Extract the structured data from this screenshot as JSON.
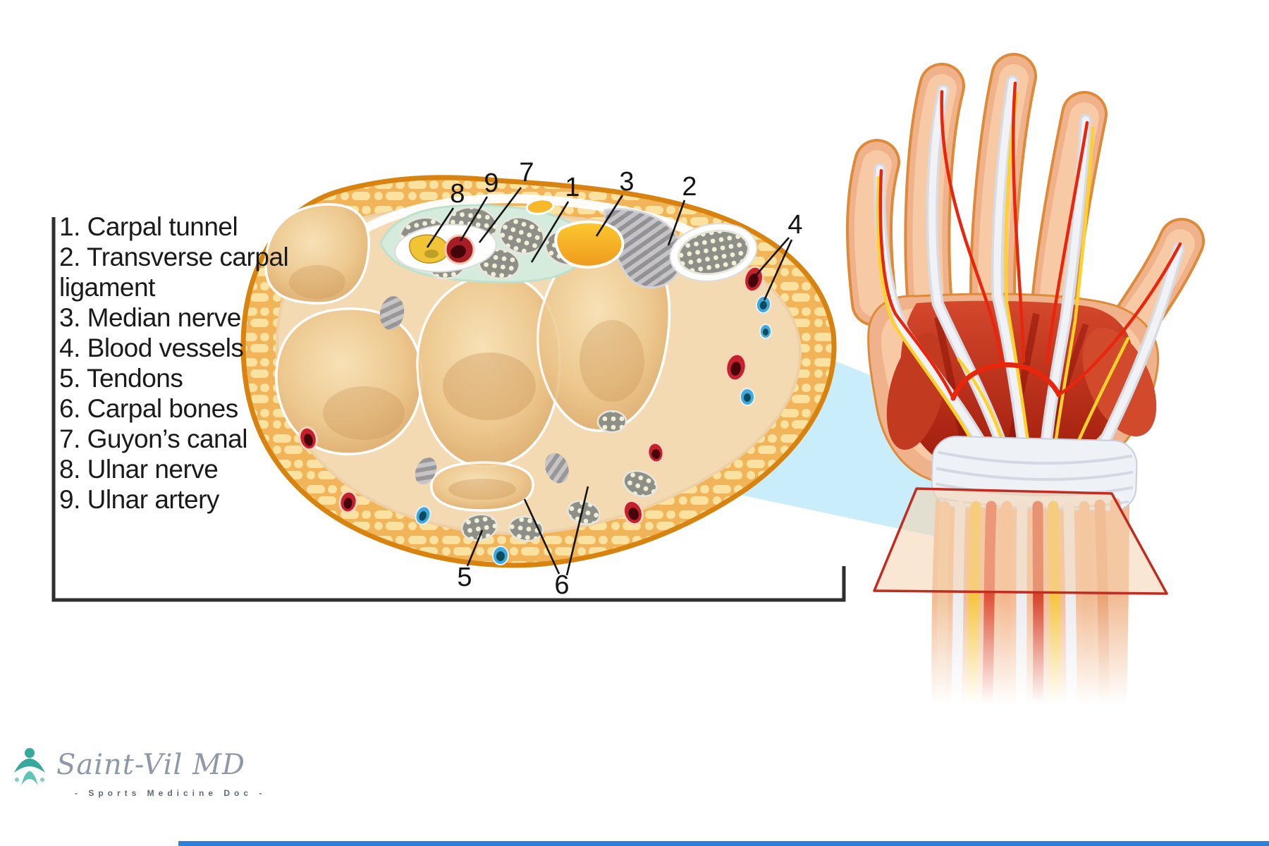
{
  "legend": {
    "items": [
      "1. Carpal tunnel",
      "2. Transverse carpal ligament",
      "3. Median nerve",
      "4. Blood vessels",
      "5. Tendons",
      "6. Carpal bones",
      "7. Guyon’s canal",
      "8. Ulnar nerve",
      "9. Ulnar artery"
    ]
  },
  "markers": {
    "m1": "1",
    "m2": "2",
    "m3": "3",
    "m4": "4",
    "m5": "5",
    "m6": "6",
    "m7": "7",
    "m8": "8",
    "m9": "9"
  },
  "logo": {
    "name": "Saint-Vil MD",
    "tagline": "- Sports Medicine Doc -"
  },
  "colors": {
    "accent_teal": "#36a89c",
    "artery_red": "#c5202c",
    "vein_blue": "#3fa9dc",
    "ulnar_nerve_yellow": "#f0c435",
    "median_nerve_orange": "#f5a623",
    "tunnel_green": "#d5ecdc",
    "skin_rim_orange": "#f2b458",
    "bone_tan": "#ecc68d",
    "highlight_cyan": "#c9edfb",
    "plane_border_red": "#c22b1f",
    "bottom_bar_blue": "#2e7fd9"
  }
}
